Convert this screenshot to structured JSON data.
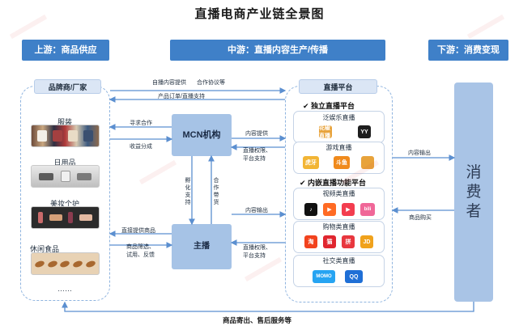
{
  "title": "直播电商产业链全景图",
  "stages": {
    "upstream": "上游：商品供应",
    "midstream": "中游：直播内容生产/传播",
    "downstream": "下游：消费变现"
  },
  "brand": {
    "header": "品牌商/厂家",
    "categories": [
      "服装",
      "日用品",
      "美妆个护",
      "休闲食品"
    ],
    "more": "……"
  },
  "nodes": {
    "mcn": "MCN机构",
    "anchor": "主播",
    "consumer": "消费者"
  },
  "platform": {
    "header": "直播平台",
    "independent": "独立直播平台",
    "entertainment": "泛娱乐直播",
    "game": "游戏直播",
    "embedded": "内嵌直播功能平台",
    "video": "视频类直播",
    "shopping": "购物类直播",
    "social": "社交类直播"
  },
  "flows": {
    "top_supply": "自播内容提供",
    "top_cooperation": "合作协议等",
    "top_order": "产品订单/直播支持",
    "seek_coop": "寻求合作",
    "revenue_share": "收益分成",
    "mcn_content_supply": "内容提供",
    "mcn_live_rights": "直播权限、",
    "mcn_platform_support": "平台支持",
    "incubation_support": "孵化支持",
    "cooperation_income": "合作带货",
    "live_products": "直接提供商品",
    "product_screening": "商品筛选、",
    "trial_feedback": "试用、反馈",
    "anchor_content_output": "内容输出",
    "anchor_live_rights": "直播权限、",
    "anchor_platform_support": "平台支持",
    "content_output": "内容输出",
    "purchase": "商品购买",
    "footer": "商品寄出、售后服务等"
  },
  "apps": {
    "entertainment": [
      {
        "name": "花椒直播",
        "text": "花椒直播",
        "color": "#e8a33b"
      },
      {
        "name": "YY",
        "text": "YY",
        "color": "#1e1e1e"
      }
    ],
    "game": [
      {
        "name": "虎牙直播",
        "text": "虎牙",
        "color": "#f2b535"
      },
      {
        "name": "斗鱼",
        "text": "斗鱼",
        "color": "#f08a1c"
      }
    ],
    "video": [
      {
        "name": "抖音",
        "text": "♪",
        "color": "#111111"
      },
      {
        "name": "快手",
        "text": "▶",
        "color": "#ff6b24"
      },
      {
        "name": "西瓜视频",
        "text": "▶",
        "color": "#f33d4f"
      },
      {
        "name": "哔哩哔哩",
        "text": "bili",
        "color": "#f06798"
      }
    ],
    "shopping": [
      {
        "name": "淘宝",
        "text": "淘",
        "color": "#f2431e"
      },
      {
        "name": "天猫",
        "text": "猫",
        "color": "#e0262f"
      },
      {
        "name": "拼多多",
        "text": "拼",
        "color": "#e8373e"
      },
      {
        "name": "京东",
        "text": "JD",
        "color": "#f0a21c"
      }
    ],
    "social": [
      {
        "name": "陌陌",
        "text": "MOMO",
        "color": "#26a4f2"
      },
      {
        "name": "腾讯",
        "text": "QQ",
        "color": "#1f6fd6"
      }
    ]
  },
  "colors": {
    "stage_blue": "#3f80c8",
    "node_blue": "#a6c3e6",
    "arrow_blue": "#5b8fd0",
    "dashed_border": "#8fb4df",
    "watermark_red": "#d64646"
  }
}
